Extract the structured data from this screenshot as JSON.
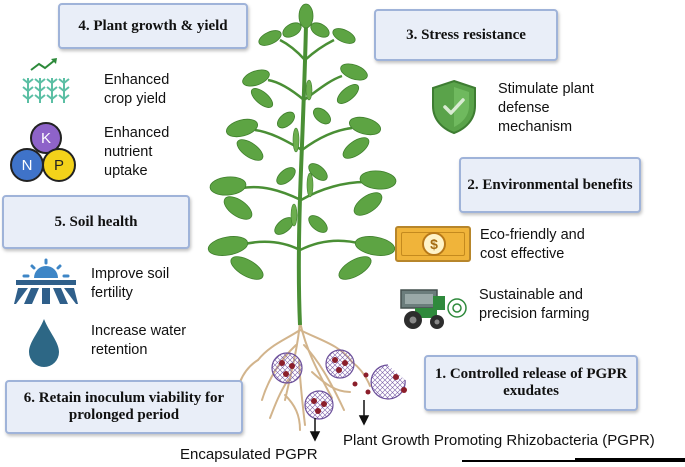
{
  "boxes": {
    "plant_growth": "4. Plant growth & yield",
    "stress": "3. Stress resistance",
    "environmental": "2. Environmental benefits",
    "soil_health": "5. Soil health",
    "inoculum": "6. Retain inoculum viability for prolonged period",
    "controlled_release": "1. Controlled release of PGPR exudates"
  },
  "benefits": {
    "crop_yield": "Enhanced crop yield",
    "nutrient_uptake": "Enhanced nutrient uptake",
    "defense": "Stimulate plant defense mechanism",
    "eco_friendly": "Eco-friendly and cost effective",
    "precision": "Sustainable and precision farming",
    "soil_fertility": "Improve soil fertility",
    "water_retention": "Increase water retention"
  },
  "nutrients": {
    "k": "K",
    "n": "N",
    "p": "P"
  },
  "currency_symbol": "$",
  "labels": {
    "encapsulated": "Encapsulated PGPR",
    "pgpr": "Plant Growth Promoting Rhizobacteria (PGPR)"
  },
  "colors": {
    "box_fill": "#e9eef8",
    "box_border": "#9fb3d9",
    "leaf": "#5da443",
    "leaf_dark": "#3f7f2c",
    "root": "#d2b48c",
    "shield": "#5aa34a",
    "money": "#f0b43a",
    "soil_icon": "#2f5f8a",
    "droplet": "#2d6785",
    "bead": "#8b1e2a"
  },
  "icons": [
    "growth-chart-icon",
    "npk-nutrient-icon",
    "shield-check-icon",
    "money-bill-icon",
    "tractor-icon",
    "soil-sun-icon",
    "water-drop-icon"
  ]
}
